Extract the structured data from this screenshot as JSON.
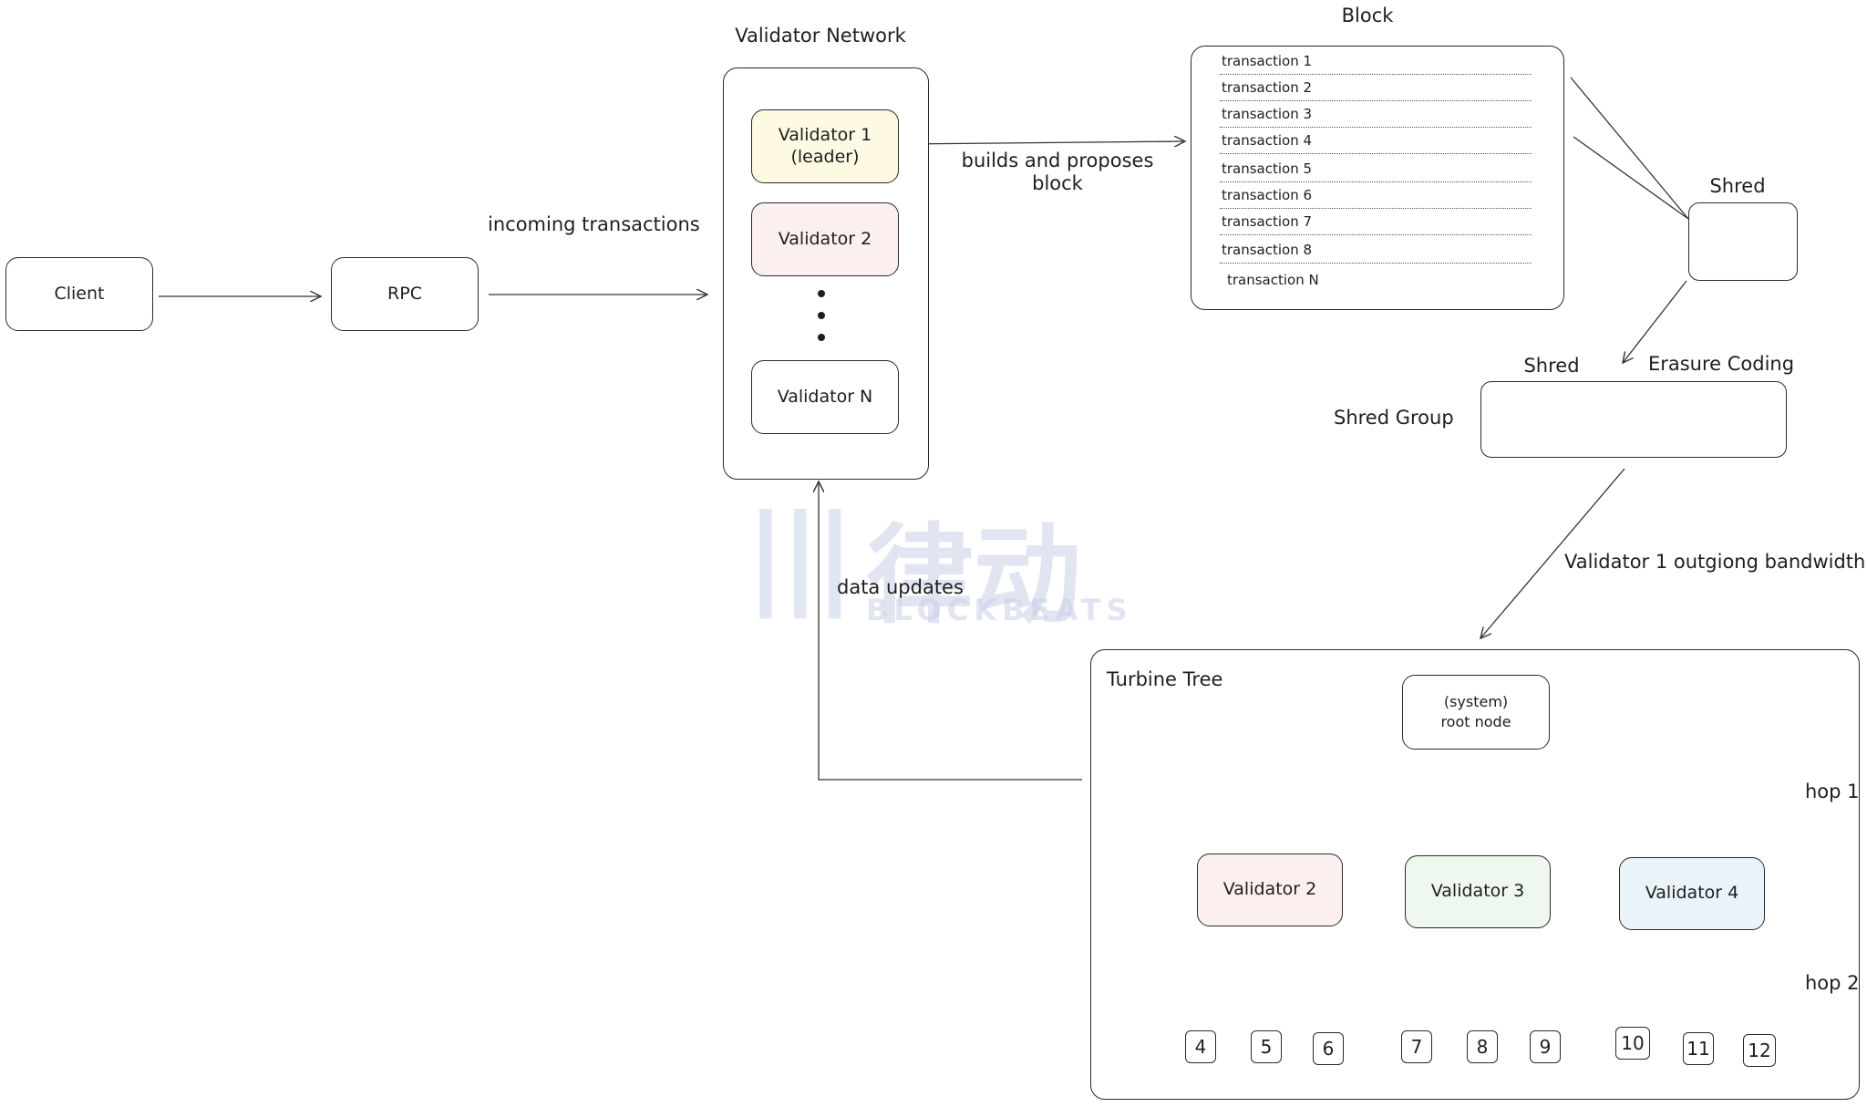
{
  "nodes": {
    "client": "Client",
    "rpc": "RPC",
    "validator1_line1": "Validator 1",
    "validator1_line2": "(leader)",
    "validator2": "Validator 2",
    "validatorN": "Validator N",
    "root_line1": "(system)",
    "root_line2": "root node",
    "tree_v2": "Validator 2",
    "tree_v3": "Validator 3",
    "tree_v4": "Validator 4"
  },
  "labels": {
    "validator_network": "Validator Network",
    "block": "Block",
    "incoming_transactions": "incoming transactions",
    "builds_proposes_line1": "builds and proposes",
    "builds_proposes_line2": "block",
    "shred": "Shred",
    "shred_group_shred": "Shred",
    "erasure_coding": "Erasure Coding",
    "shred_group": "Shred Group",
    "outgoing_bandwidth": "Validator 1 outgiong bandwidth",
    "data_updates": "data updates",
    "turbine_tree": "Turbine Tree",
    "hop1": "hop 1",
    "hop2": "hop 2"
  },
  "block_transactions": [
    "transaction 1",
    "transaction 2",
    "transaction 3",
    "transaction 4",
    "transaction 5",
    "transaction 6",
    "transaction 7",
    "transaction 8",
    "transaction N"
  ],
  "leaf_nodes": [
    "4",
    "5",
    "6",
    "7",
    "8",
    "9",
    "10",
    "11",
    "12"
  ],
  "watermark": {
    "cn": "律动",
    "en": "BLOCKBEATS"
  },
  "colors": {
    "validator1_fill": "#fdf9e3",
    "validator2_fill": "#fbf0ef",
    "validator3_fill": "#eef8ee",
    "validator4_fill": "#eaf3f9",
    "edge_red": "#d46a6a",
    "edge_green": "#7dba8a",
    "edge_blue": "#3f7fc4"
  }
}
